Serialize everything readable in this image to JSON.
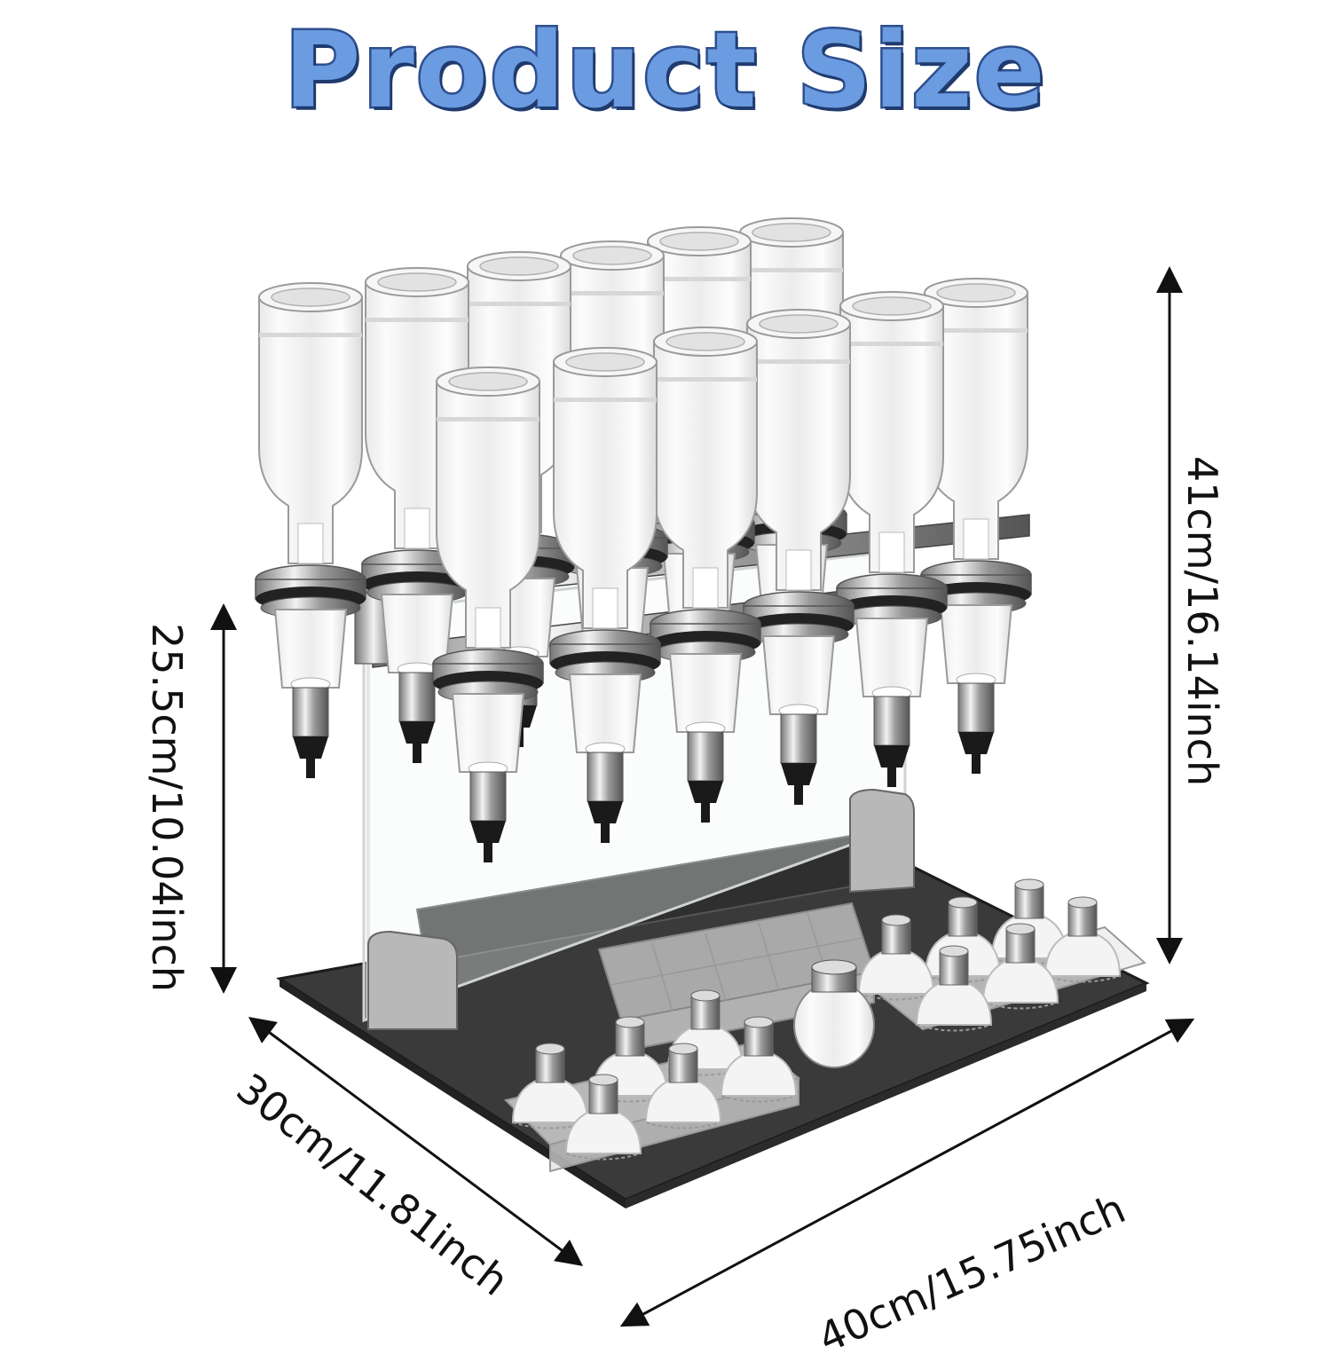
{
  "title": "Product Size",
  "dimensions": {
    "height_total": "41cm/16.14inch",
    "height_stand": "25.5cm/10.04inch",
    "depth": "30cm/11.81inch",
    "width": "40cm/15.75inch"
  },
  "colors": {
    "title_fill": "#6b9be0",
    "title_outline": "#2e4f8f",
    "base": "#3a3a3a",
    "chrome": "#b8b8b8"
  },
  "icons": [
    "arrow-icon",
    "bottle-icon",
    "dispenser-icon",
    "shaker-icon"
  ]
}
